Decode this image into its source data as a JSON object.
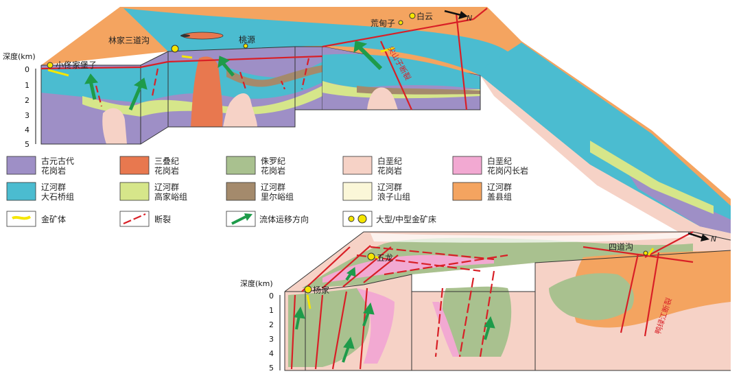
{
  "places": {
    "xiaotong": "小佟家堡子",
    "linjia": "林家三道沟",
    "taoyuan": "桃源",
    "huangdian": "荒甸子",
    "baiyun": "白云",
    "wulong": "五龙",
    "yangjia": "杨家",
    "sidao": "四道沟"
  },
  "faults": {
    "jianshan": "尖山子断裂",
    "yalujiang": "鸭绿江断裂"
  },
  "north": "N",
  "depth_axis": {
    "label": "深度(km)",
    "ticks": [
      "0",
      "1",
      "2",
      "3",
      "4",
      "5"
    ]
  },
  "legend": [
    {
      "line1": "古元古代",
      "line2": "花岗岩",
      "color": "#9e8fc6"
    },
    {
      "line1": "三叠纪",
      "line2": "花岗岩",
      "color": "#e8784f"
    },
    {
      "line1": "侏罗纪",
      "line2": "花岗岩",
      "color": "#a9c18f"
    },
    {
      "line1": "白垩纪",
      "line2": "花岗岩",
      "color": "#f6d2c6"
    },
    {
      "line1": "白垩纪",
      "line2": "花岗闪长岩",
      "color": "#f2a9d2"
    },
    {
      "line1": "辽河群",
      "line2": "大石桥组",
      "color": "#4bbcd0"
    },
    {
      "line1": "辽河群",
      "line2": "高家峪组",
      "color": "#d6e68a"
    },
    {
      "line1": "辽河群",
      "line2": "里尔峪组",
      "color": "#a48a6c"
    },
    {
      "line1": "辽河群",
      "line2": "浪子山组",
      "color": "#fbf7d8"
    },
    {
      "line1": "辽河群",
      "line2": "盖县组",
      "color": "#f4a460"
    },
    {
      "line1": "金矿体",
      "line2": "",
      "color": "#f5e600"
    },
    {
      "line1": "断裂",
      "line2": "",
      "color": "#d81f26"
    },
    {
      "line1": "流体运移方向",
      "line2": "",
      "color": "#1e9b4a"
    },
    {
      "line1": "大型/中型金矿床",
      "line2": "",
      "color": "#f5e600"
    }
  ]
}
